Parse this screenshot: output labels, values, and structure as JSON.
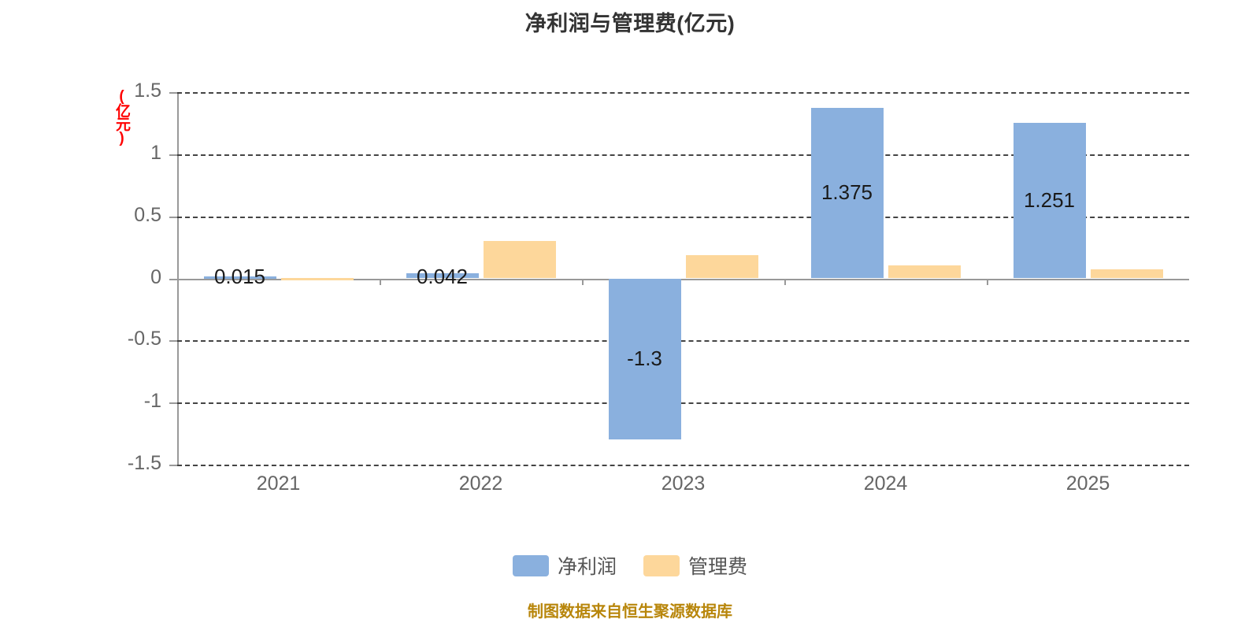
{
  "chart_data": {
    "type": "bar",
    "title": "净利润与管理费(亿元)",
    "unit_label": "(亿元)",
    "xlabel": "",
    "ylabel": "",
    "categories": [
      "2021",
      "2022",
      "2023",
      "2024",
      "2025"
    ],
    "ylim": [
      -1.5,
      1.5
    ],
    "yticks": [
      "1.5",
      "1",
      "0.5",
      "0",
      "-0.5",
      "-1",
      "-1.5"
    ],
    "ytick_values": [
      1.5,
      1,
      0.5,
      0,
      -0.5,
      -1,
      -1.5
    ],
    "grid": true,
    "legend_position": "bottom",
    "series": [
      {
        "name": "净利润",
        "color": "#8ab0de",
        "values": [
          0.015,
          0.042,
          -1.3,
          1.375,
          1.251
        ],
        "labels": [
          "0.015",
          "0.042",
          "-1.3",
          "1.375",
          "1.251"
        ]
      },
      {
        "name": "管理费",
        "color": "#fdd79b",
        "values": [
          0.005,
          0.3,
          0.185,
          0.105,
          0.075
        ],
        "labels": [
          "",
          "",
          "",
          "",
          ""
        ]
      }
    ],
    "source_note": "制图数据来自恒生聚源数据库"
  },
  "legend": {
    "items": [
      {
        "label": "净利润",
        "color": "#8ab0de"
      },
      {
        "label": "管理费",
        "color": "#fdd79b"
      }
    ]
  },
  "colors": {
    "net_profit": "#8ab0de",
    "admin_fee": "#fdd79b",
    "title": "#333333",
    "axis_text": "#666666",
    "unit_text": "#ff0000",
    "footer_text": "#b8860b"
  }
}
